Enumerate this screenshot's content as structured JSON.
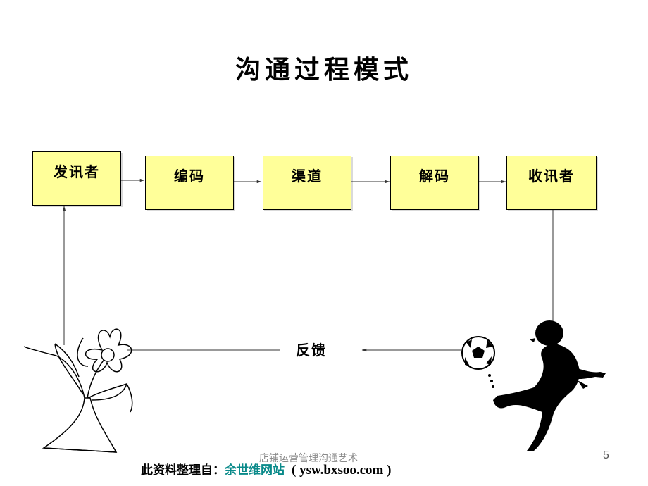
{
  "title": "沟通过程模式",
  "boxes": {
    "sender": "发讯者",
    "encoding": "编码",
    "channel": "渠道",
    "decoding": "解码",
    "receiver": "收讯者"
  },
  "feedback_label": "反馈",
  "footer": {
    "center_text": "店铺运营管理沟通艺术",
    "page_number": "5"
  },
  "source": {
    "prefix": "此资料整理自：",
    "link_text": "余世维网站",
    "url_text": "( ysw.bxsoo.com )"
  },
  "colors": {
    "box_fill": "#ffff99",
    "link": "#0a8a8a",
    "footer_text": "#8a8a8a"
  },
  "icons": [
    "flower-vase-icon",
    "soccer-player-icon",
    "soccer-ball-icon"
  ]
}
